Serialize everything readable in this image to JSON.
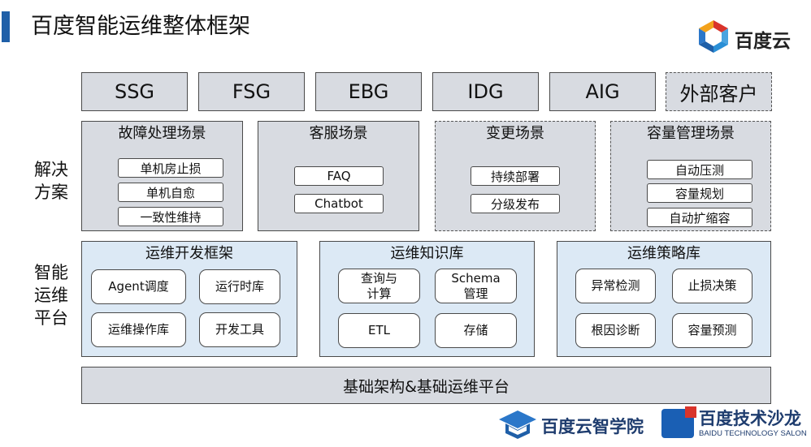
{
  "page_title": "百度智能运维整体框架",
  "brand": {
    "top_logo_text": "百度云",
    "bottom_logo1_text": "百度云智学院",
    "bottom_logo2_text": "百度技术沙龙",
    "bottom_logo2_sub": "BAIDU TECHNOLOGY SALON"
  },
  "business_units": [
    "SSG",
    "FSG",
    "EBG",
    "IDG",
    "AIG",
    "外部客户"
  ],
  "side_labels": {
    "solutions": [
      "解决",
      "方案"
    ],
    "platform": [
      "智能",
      "运维",
      "平台"
    ]
  },
  "scenarios": [
    {
      "title": "故障处理场景",
      "items": [
        "单机房止损",
        "单机自愈",
        "一致性维持"
      ]
    },
    {
      "title": "客服场景",
      "items": [
        "FAQ",
        "Chatbot"
      ]
    },
    {
      "title": "变更场景",
      "items": [
        "持续部署",
        "分级发布"
      ]
    },
    {
      "title": "容量管理场景",
      "items": [
        "自动压测",
        "容量规划",
        "自动扩缩容"
      ]
    }
  ],
  "platforms": [
    {
      "title": "运维开发框架",
      "items": [
        "Agent调度",
        "运行时库",
        "运维操作库",
        "开发工具"
      ]
    },
    {
      "title": "运维知识库",
      "items": [
        "查询与\n计算",
        "Schema\n管理",
        "ETL",
        "存储"
      ]
    },
    {
      "title": "运维策略库",
      "items": [
        "异常检测",
        "止损决策",
        "根因诊断",
        "容量预测"
      ]
    }
  ],
  "foundation": "基础架构&基础运维平台"
}
